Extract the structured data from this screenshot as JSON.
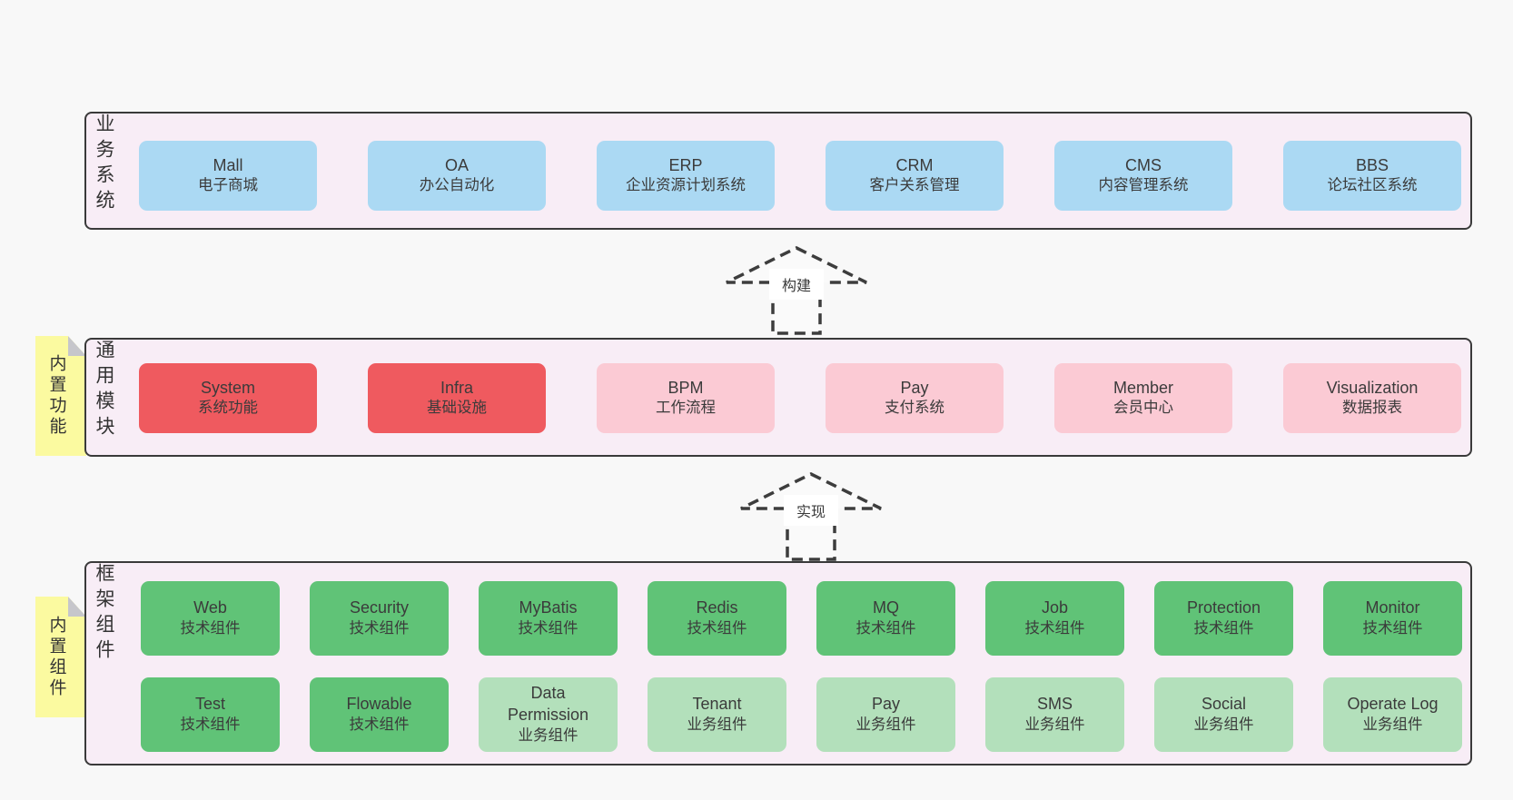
{
  "diagram": {
    "colors": {
      "page_background": "#f8f8f8",
      "container_fill": "#f8edf6",
      "container_border": "#3a3a3a",
      "blue_box": "#abd9f3",
      "red_box": "#ef5a5f",
      "pink_box": "#fbcad4",
      "green_box": "#60c377",
      "light_green_box": "#b3e0bb",
      "yellow_tag": "#fbfaa0",
      "fold_gray": "#c6c6cb",
      "text": "#3b3b3b"
    },
    "arrows": [
      {
        "label": "构建"
      },
      {
        "label": "实现"
      }
    ],
    "layers": [
      {
        "label": "业务系统",
        "boxes": [
          {
            "title": "Mall",
            "subtitle": "电子商城",
            "variant": "blue"
          },
          {
            "title": "OA",
            "subtitle": "办公自动化",
            "variant": "blue"
          },
          {
            "title": "ERP",
            "subtitle": "企业资源计划系统",
            "variant": "blue"
          },
          {
            "title": "CRM",
            "subtitle": "客户关系管理",
            "variant": "blue"
          },
          {
            "title": "CMS",
            "subtitle": "内容管理系统",
            "variant": "blue"
          },
          {
            "title": "BBS",
            "subtitle": "论坛社区系统",
            "variant": "blue"
          }
        ]
      },
      {
        "label": "通用模块",
        "tag": "内置功能",
        "boxes": [
          {
            "title": "System",
            "subtitle": "系统功能",
            "variant": "red"
          },
          {
            "title": "Infra",
            "subtitle": "基础设施",
            "variant": "red"
          },
          {
            "title": "BPM",
            "subtitle": "工作流程",
            "variant": "pink"
          },
          {
            "title": "Pay",
            "subtitle": "支付系统",
            "variant": "pink"
          },
          {
            "title": "Member",
            "subtitle": "会员中心",
            "variant": "pink"
          },
          {
            "title": "Visualization",
            "subtitle": "数据报表",
            "variant": "pink"
          }
        ]
      },
      {
        "label": "框架组件",
        "tag": "内置组件",
        "rows": [
          [
            {
              "title": "Web",
              "subtitle": "技术组件",
              "variant": "green"
            },
            {
              "title": "Security",
              "subtitle": "技术组件",
              "variant": "green"
            },
            {
              "title": "MyBatis",
              "subtitle": "技术组件",
              "variant": "green"
            },
            {
              "title": "Redis",
              "subtitle": "技术组件",
              "variant": "green"
            },
            {
              "title": "MQ",
              "subtitle": "技术组件",
              "variant": "green"
            },
            {
              "title": "Job",
              "subtitle": "技术组件",
              "variant": "green"
            },
            {
              "title": "Protection",
              "subtitle": "技术组件",
              "variant": "green"
            },
            {
              "title": "Monitor",
              "subtitle": "技术组件",
              "variant": "green"
            }
          ],
          [
            {
              "title": "Test",
              "subtitle": "技术组件",
              "variant": "green"
            },
            {
              "title": "Flowable",
              "subtitle": "技术组件",
              "variant": "green"
            },
            {
              "title": "Data Permission",
              "subtitle": "业务组件",
              "variant": "lightgreen"
            },
            {
              "title": "Tenant",
              "subtitle": "业务组件",
              "variant": "lightgreen"
            },
            {
              "title": "Pay",
              "subtitle": "业务组件",
              "variant": "lightgreen"
            },
            {
              "title": "SMS",
              "subtitle": "业务组件",
              "variant": "lightgreen"
            },
            {
              "title": "Social",
              "subtitle": "业务组件",
              "variant": "lightgreen"
            },
            {
              "title": "Operate Log",
              "subtitle": "业务组件",
              "variant": "lightgreen"
            }
          ]
        ]
      }
    ]
  }
}
